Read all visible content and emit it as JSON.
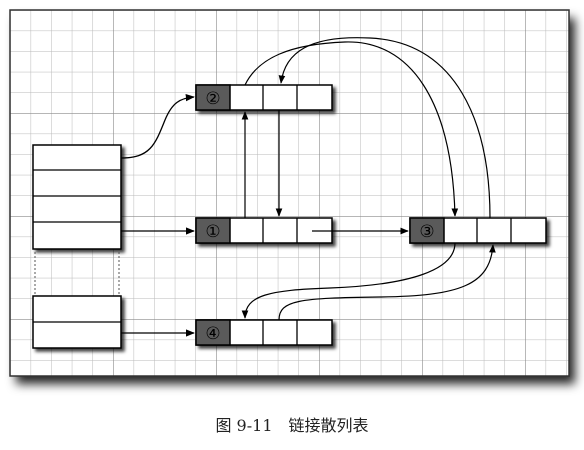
{
  "diagram": {
    "nodes": [
      {
        "id": "n2",
        "label": "②"
      },
      {
        "id": "n1",
        "label": "①"
      },
      {
        "id": "n3",
        "label": "③"
      },
      {
        "id": "n4",
        "label": "④"
      }
    ]
  },
  "caption": {
    "number": "图 9-11",
    "title": "链接散列表"
  }
}
